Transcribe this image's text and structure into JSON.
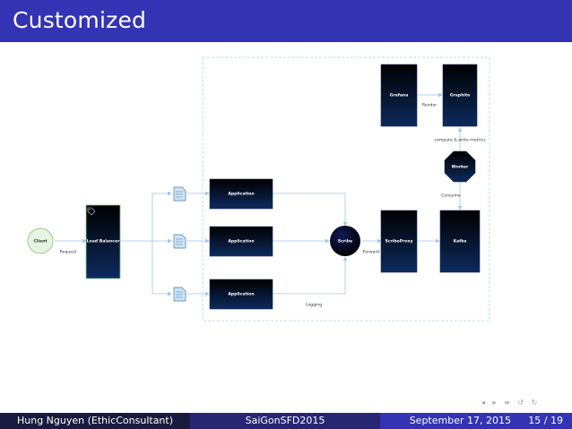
{
  "slide": {
    "title": "Customized"
  },
  "diagram": {
    "nodes": {
      "client": "Client",
      "load_balancer": "Load Balancer",
      "app1": "Application",
      "app2": "Application",
      "app3": "Application",
      "scribe": "Scribe",
      "scribe_proxy": "ScribeProxy",
      "kafka": "Kafka",
      "worker": "Worker",
      "grafana": "Grafana",
      "graphite": "Graphite"
    },
    "edges": {
      "request": "Request",
      "logging": "Logging",
      "forward": "Forward",
      "consume": "Consume",
      "compute": "compute & write metrics",
      "render": "Render"
    }
  },
  "footer": {
    "author": "Hung Nguyen  (EthicConsultant)",
    "event": "SaiGonSFD2015",
    "date": "September 17, 2015",
    "page": "15 / 19"
  },
  "colors": {
    "title_bar": "#3333b3",
    "node_fill": "#0a1840",
    "edge": "#9ec8e8"
  }
}
